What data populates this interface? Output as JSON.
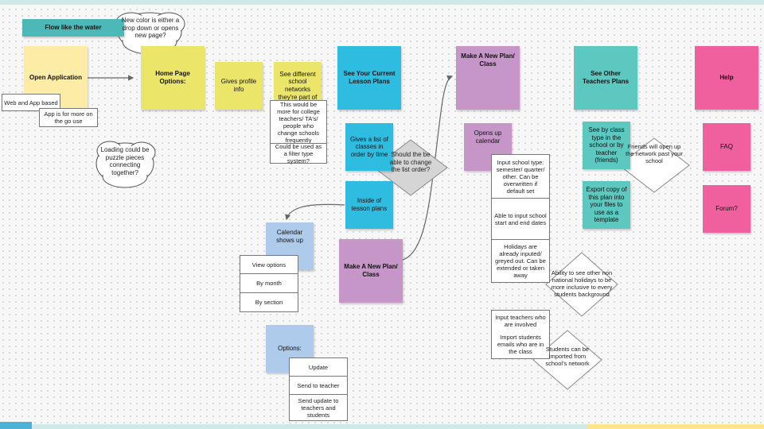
{
  "banner": "Flow like the water",
  "clouds": {
    "new_color": "New color is either a drop down or opens new page?",
    "loading": "Loading could be puzzle pieces connecting together?"
  },
  "open_application": {
    "title": "Open Application",
    "web_and_app": "Web and App based",
    "on_the_go": "App is for more on the go use"
  },
  "home_page": {
    "title": "Home Page Options:",
    "profile": "Gives profile info",
    "networks": "See different school networks they're part of",
    "networks_notes": [
      "This would be more for college teachers/ TA's/ people who change schools frequently",
      "Could be used as a filter type system?"
    ]
  },
  "current_plans": {
    "title": "See Your Current Lesson Plans",
    "list": "Gives a list of classes in order by time",
    "question": "Should the be able to change the list order?",
    "inside": "Inside of lesson plans",
    "make_new": "Make A New Plan/ Class"
  },
  "calendar": {
    "title": "Calendar shows up",
    "options": [
      "View options",
      "By month",
      "By section"
    ]
  },
  "options": {
    "title": "Options:",
    "items": [
      "Update",
      "Send to teacher",
      "Send update to teachers and students"
    ]
  },
  "new_plan": {
    "title": "Make A New Plan/ Class",
    "calendar": "Opens up calendar",
    "details": [
      "Input school type: semester/ quarter/ other. Can be overwritten if default set",
      "Able to input school start and end dates",
      "Holidays are already inputed/ greyed out. Can be extended or taken away"
    ],
    "holidays_question": "Ability to see other non national holidays to be more inclusive to every students background",
    "teachers": [
      "Input teachers who are involved",
      "Import students emails who are in the class"
    ],
    "students_question": "Students can be imported from school's network"
  },
  "other_plans": {
    "title": "See Other Teachers Plans",
    "by_class": "See by class type in the school or by teacher (friends)",
    "friends_question": "Friends will open up the network past your school",
    "export": "Export copy of this plan into your files to use as a template"
  },
  "help": {
    "title": "Help",
    "faq": "FAQ",
    "forum": "Forum?"
  },
  "colors": {
    "yellow": "#fdeca6",
    "olive": "#ebe66a",
    "cyan": "#2ebde0",
    "purple": "#c696c8",
    "teal": "#5cc8bf",
    "pink": "#f0609e",
    "light_blue": "#aecbeb"
  }
}
